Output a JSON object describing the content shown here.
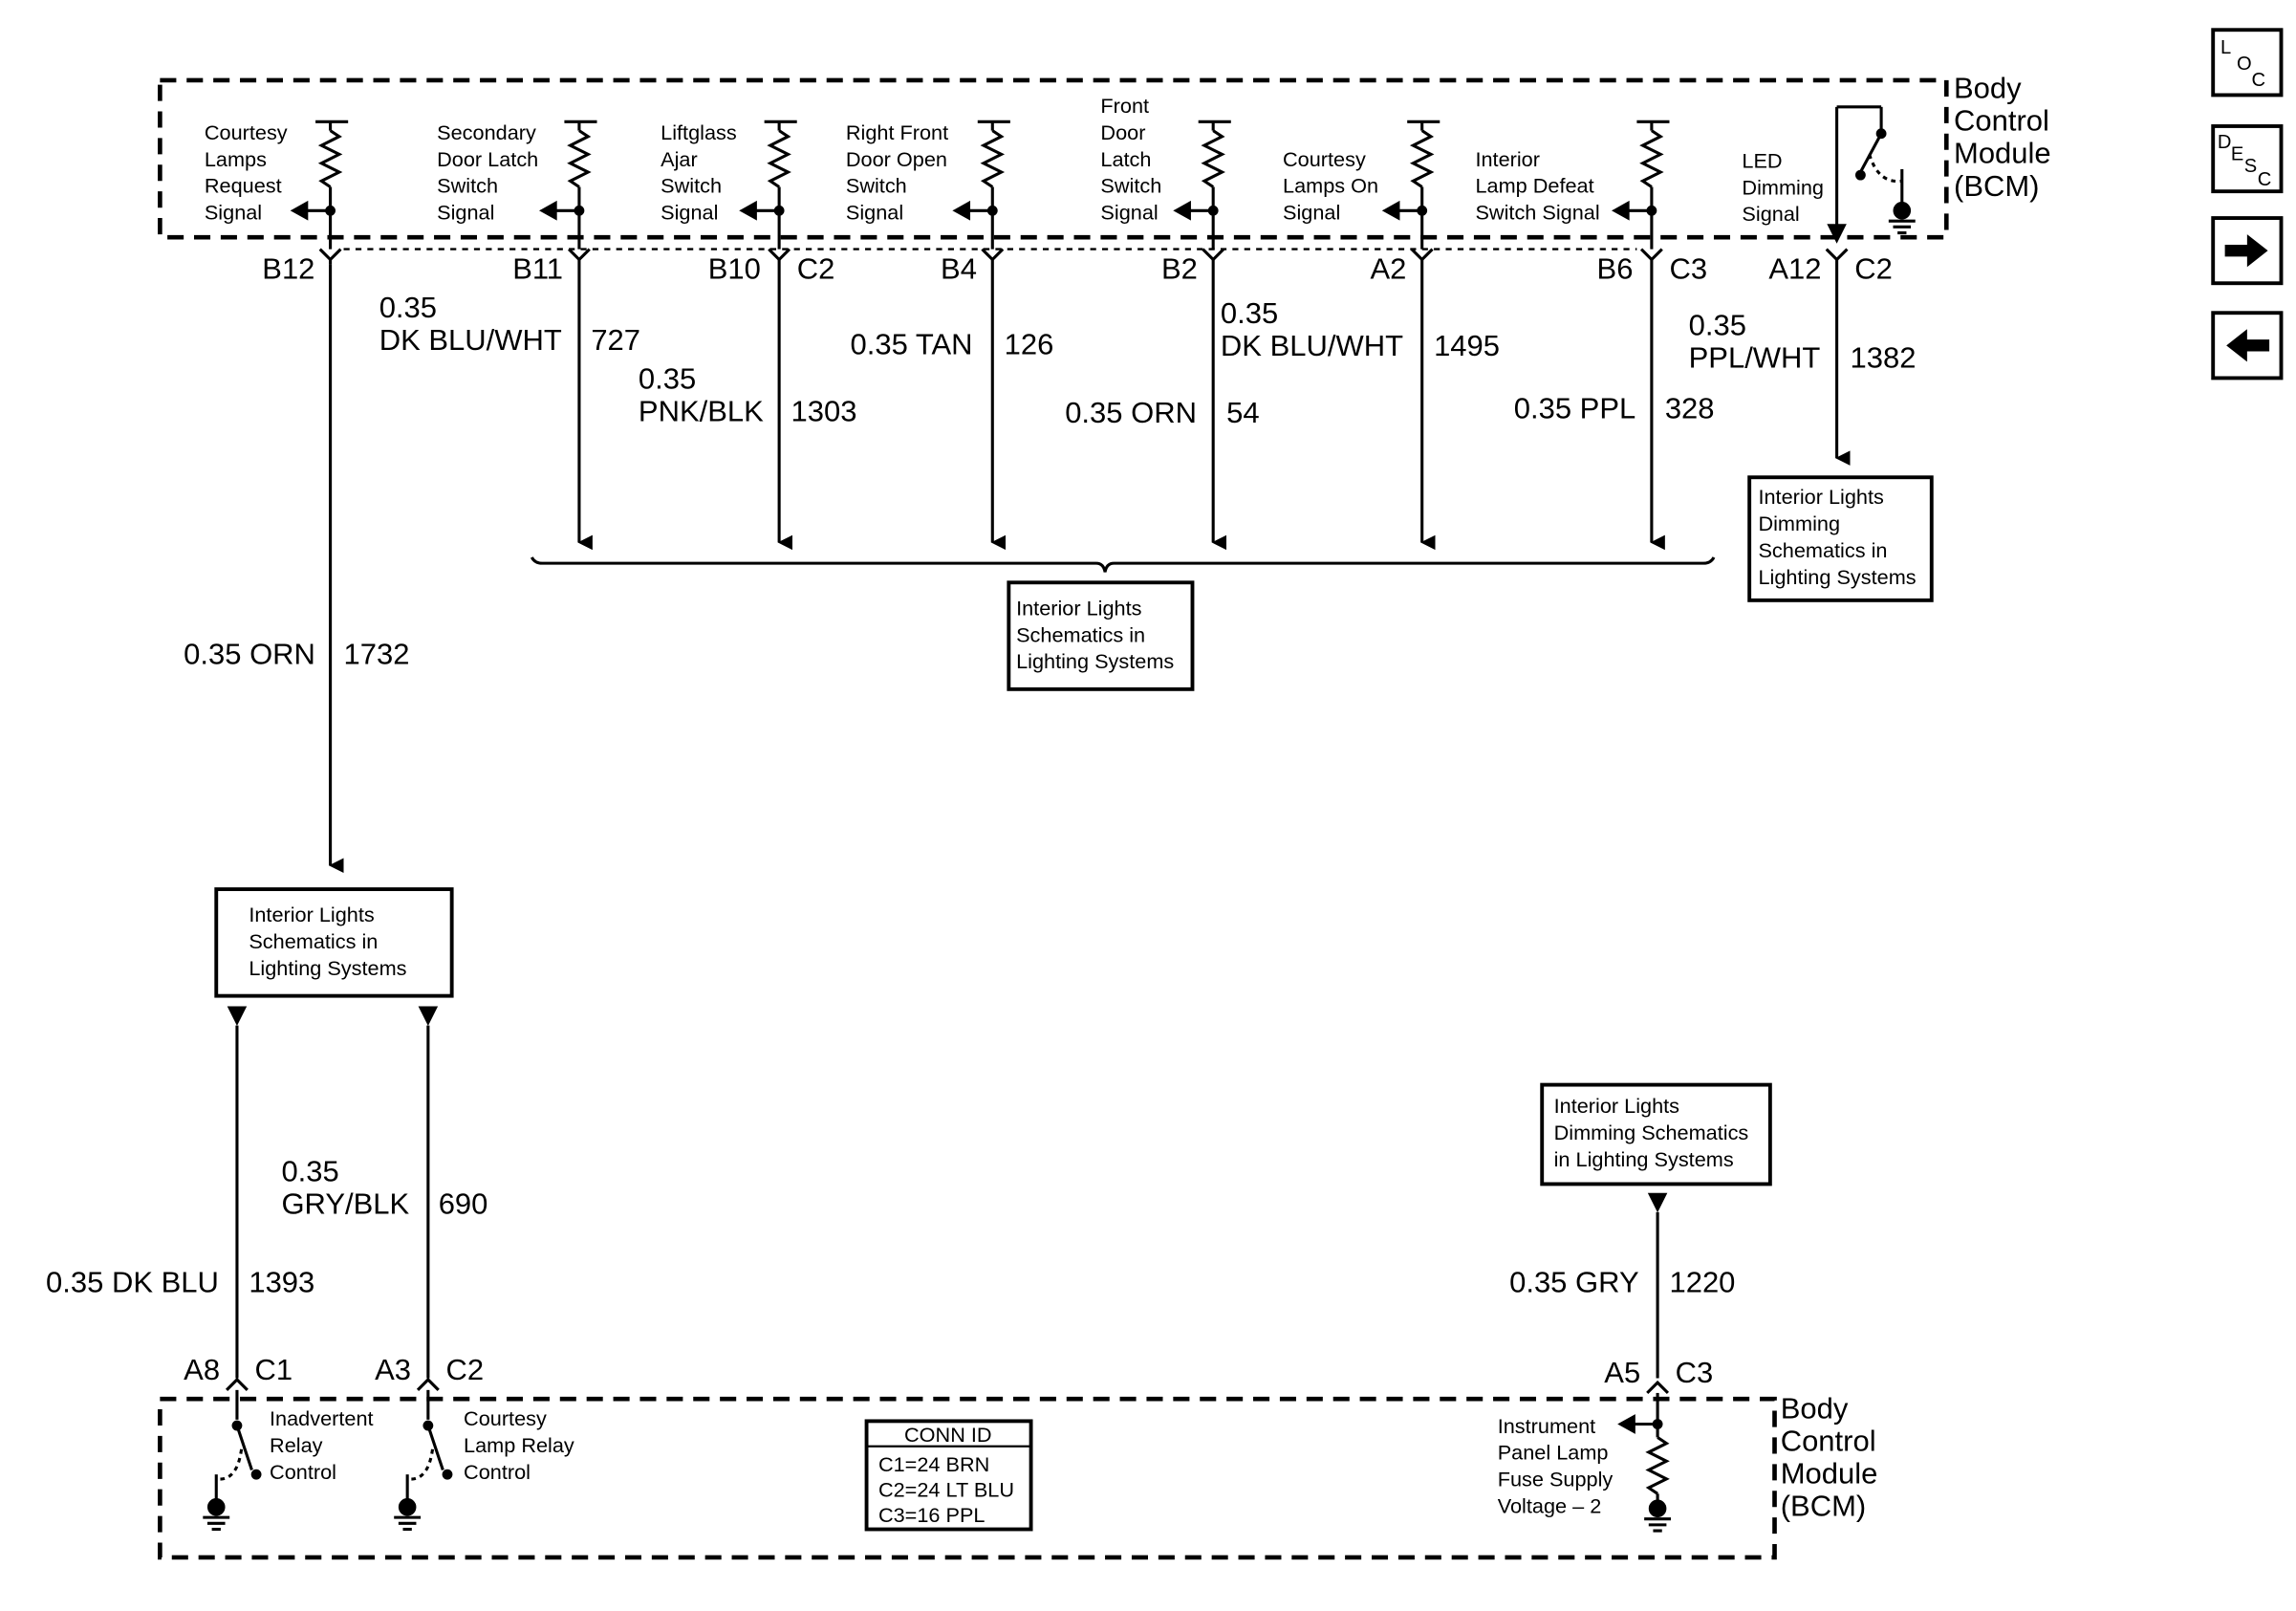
{
  "top_module": {
    "title": [
      "Body",
      "Control",
      "Module",
      "(BCM)"
    ],
    "signals": [
      {
        "id": "courtesy-lamps-request",
        "label": [
          "Courtesy",
          "Lamps",
          "Request",
          "Signal"
        ],
        "pin": "B12",
        "conn": ""
      },
      {
        "id": "secondary-door-latch",
        "label": [
          "Secondary",
          "Door Latch",
          "Switch",
          "Signal"
        ],
        "pin": "B11",
        "conn": ""
      },
      {
        "id": "liftglass-ajar",
        "label": [
          "Liftglass",
          "Ajar",
          "Switch",
          "Signal"
        ],
        "pin": "B10",
        "conn": "C2"
      },
      {
        "id": "right-front-door-open",
        "label": [
          "Right Front",
          "Door Open",
          "Switch",
          "Signal"
        ],
        "pin": "B4",
        "conn": ""
      },
      {
        "id": "front-door-latch",
        "label": [
          "Front",
          "Door",
          "Latch",
          "Switch",
          "Signal"
        ],
        "pin": "B2",
        "conn": ""
      },
      {
        "id": "courtesy-lamps-on",
        "label": [
          "Courtesy",
          "Lamps On",
          "Signal"
        ],
        "pin": "A2",
        "conn": ""
      },
      {
        "id": "interior-lamp-defeat",
        "label": [
          "Interior",
          "Lamp Defeat",
          "Switch Signal"
        ],
        "pin": "B6",
        "conn": "C3"
      },
      {
        "id": "led-dimming",
        "label": [
          "LED",
          "Dimming",
          "Signal"
        ],
        "pin": "A12",
        "conn": "C2"
      }
    ]
  },
  "wires": [
    {
      "id": "727",
      "lines": [
        "0.35",
        "DK BLU/WHT"
      ],
      "circuit": "727"
    },
    {
      "id": "1303",
      "lines": [
        "0.35",
        "PNK/BLK"
      ],
      "circuit": "1303"
    },
    {
      "id": "126",
      "lines": [
        "0.35 TAN"
      ],
      "circuit": "126"
    },
    {
      "id": "54",
      "lines": [
        "0.35 ORN"
      ],
      "circuit": "54"
    },
    {
      "id": "1495",
      "lines": [
        "0.35",
        "DK BLU/WHT"
      ],
      "circuit": "1495"
    },
    {
      "id": "328",
      "lines": [
        "0.35 PPL"
      ],
      "circuit": "328"
    },
    {
      "id": "1382",
      "lines": [
        "0.35",
        "PPL/WHT"
      ],
      "circuit": "1382"
    },
    {
      "id": "1732",
      "lines": [
        "0.35 ORN"
      ],
      "circuit": "1732"
    },
    {
      "id": "1393",
      "lines": [
        "0.35 DK BLU"
      ],
      "circuit": "1393"
    },
    {
      "id": "690",
      "lines": [
        "0.35",
        "GRY/BLK"
      ],
      "circuit": "690"
    },
    {
      "id": "1220",
      "lines": [
        "0.35 GRY"
      ],
      "circuit": "1220"
    }
  ],
  "reference_boxes": [
    {
      "id": "interior-lights-center",
      "lines": [
        "Interior Lights",
        "Schematics in",
        "Lighting Systems"
      ]
    },
    {
      "id": "interior-lights-dimming-top",
      "lines": [
        "Interior Lights",
        "Dimming",
        "Schematics in",
        "Lighting Systems"
      ]
    },
    {
      "id": "interior-lights-left",
      "lines": [
        "Interior Lights",
        "Schematics in",
        "Lighting Systems"
      ]
    },
    {
      "id": "interior-lights-dimming-bottom",
      "lines": [
        "Interior Lights",
        "Dimming Schematics",
        "in Lighting Systems"
      ]
    }
  ],
  "bottom_module": {
    "title": [
      "Body",
      "Control",
      "Module",
      "(BCM)"
    ],
    "outputs": [
      {
        "id": "inadvertent-relay",
        "label": [
          "Inadvertent",
          "Relay",
          "Control"
        ],
        "pin": "A8",
        "conn": "C1"
      },
      {
        "id": "courtesy-lamp-relay",
        "label": [
          "Courtesy",
          "Lamp Relay",
          "Control"
        ],
        "pin": "A3",
        "conn": "C2"
      },
      {
        "id": "ip-lamp-fuse",
        "label": [
          "Instrument",
          "Panel Lamp",
          "Fuse Supply",
          "Voltage – 2"
        ],
        "pin": "A5",
        "conn": "C3"
      }
    ],
    "conn_id": {
      "title": "CONN ID",
      "rows": [
        "C1=24 BRN",
        "C2=24 LT BLU",
        "C3=16 PPL"
      ]
    }
  },
  "nav": {
    "loc": {
      "chars": [
        "L",
        "O",
        "C"
      ]
    },
    "desc": {
      "chars": [
        "D",
        "E",
        "S",
        "C"
      ]
    },
    "next_icon": "arrow-right-icon",
    "prev_icon": "arrow-left-icon"
  }
}
